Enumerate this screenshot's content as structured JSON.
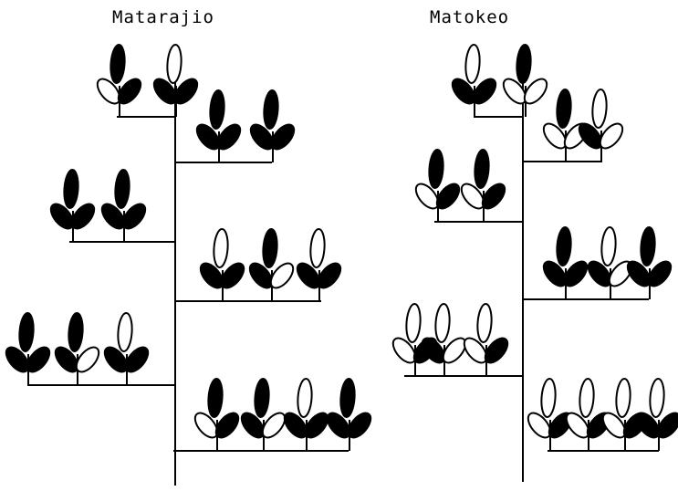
{
  "panels": [
    {
      "title": "Matarajio",
      "branches": [
        {
          "side": "left",
          "plants": [
            {
              "top": "filled",
              "left": "open",
              "right": "filled"
            },
            {
              "top": "open",
              "left": "filled",
              "right": "filled"
            }
          ]
        },
        {
          "side": "right",
          "plants": [
            {
              "top": "filled",
              "left": "filled",
              "right": "filled"
            },
            {
              "top": "filled",
              "left": "filled",
              "right": "filled"
            }
          ]
        },
        {
          "side": "left",
          "plants": [
            {
              "top": "filled",
              "left": "filled",
              "right": "filled"
            },
            {
              "top": "filled",
              "left": "filled",
              "right": "filled"
            }
          ]
        },
        {
          "side": "right",
          "plants": [
            {
              "top": "open",
              "left": "filled",
              "right": "filled"
            },
            {
              "top": "filled",
              "left": "filled",
              "right": "open"
            },
            {
              "top": "open",
              "left": "filled",
              "right": "filled"
            }
          ]
        },
        {
          "side": "left",
          "plants": [
            {
              "top": "filled",
              "left": "filled",
              "right": "filled"
            },
            {
              "top": "filled",
              "left": "filled",
              "right": "open"
            },
            {
              "top": "open",
              "left": "filled",
              "right": "filled"
            }
          ]
        },
        {
          "side": "right",
          "plants": [
            {
              "top": "filled",
              "left": "open",
              "right": "filled"
            },
            {
              "top": "filled",
              "left": "filled",
              "right": "open"
            },
            {
              "top": "open",
              "left": "filled",
              "right": "filled"
            },
            {
              "top": "filled",
              "left": "filled",
              "right": "filled"
            }
          ]
        }
      ]
    },
    {
      "title": "Matokeo",
      "branches": [
        {
          "side": "left",
          "plants": [
            {
              "top": "open",
              "left": "filled",
              "right": "filled"
            },
            {
              "top": "filled",
              "left": "open",
              "right": "open"
            }
          ]
        },
        {
          "side": "right",
          "plants": [
            {
              "top": "filled",
              "left": "open",
              "right": "open"
            },
            {
              "top": "open",
              "left": "filled",
              "right": "open"
            }
          ]
        },
        {
          "side": "left",
          "plants": [
            {
              "top": "filled",
              "left": "open",
              "right": "filled"
            },
            {
              "top": "filled",
              "left": "open",
              "right": "filled"
            }
          ]
        },
        {
          "side": "right",
          "plants": [
            {
              "top": "filled",
              "left": "filled",
              "right": "filled"
            },
            {
              "top": "open",
              "left": "filled",
              "right": "open"
            },
            {
              "top": "filled",
              "left": "filled",
              "right": "filled"
            }
          ]
        },
        {
          "side": "left",
          "plants": [
            {
              "top": "open",
              "left": "open",
              "right": "filled"
            },
            {
              "top": "open",
              "left": "filled",
              "right": "open"
            },
            {
              "top": "open",
              "left": "open",
              "right": "filled"
            }
          ]
        },
        {
          "side": "right",
          "plants": [
            {
              "top": "open",
              "left": "open",
              "right": "filled"
            },
            {
              "top": "open",
              "left": "open",
              "right": "filled"
            },
            {
              "top": "open",
              "left": "open",
              "right": "filled"
            },
            {
              "top": "open",
              "left": "filled",
              "right": "filled"
            }
          ]
        }
      ]
    }
  ],
  "colors": {
    "ink": "#000000",
    "background": "#ffffff"
  }
}
